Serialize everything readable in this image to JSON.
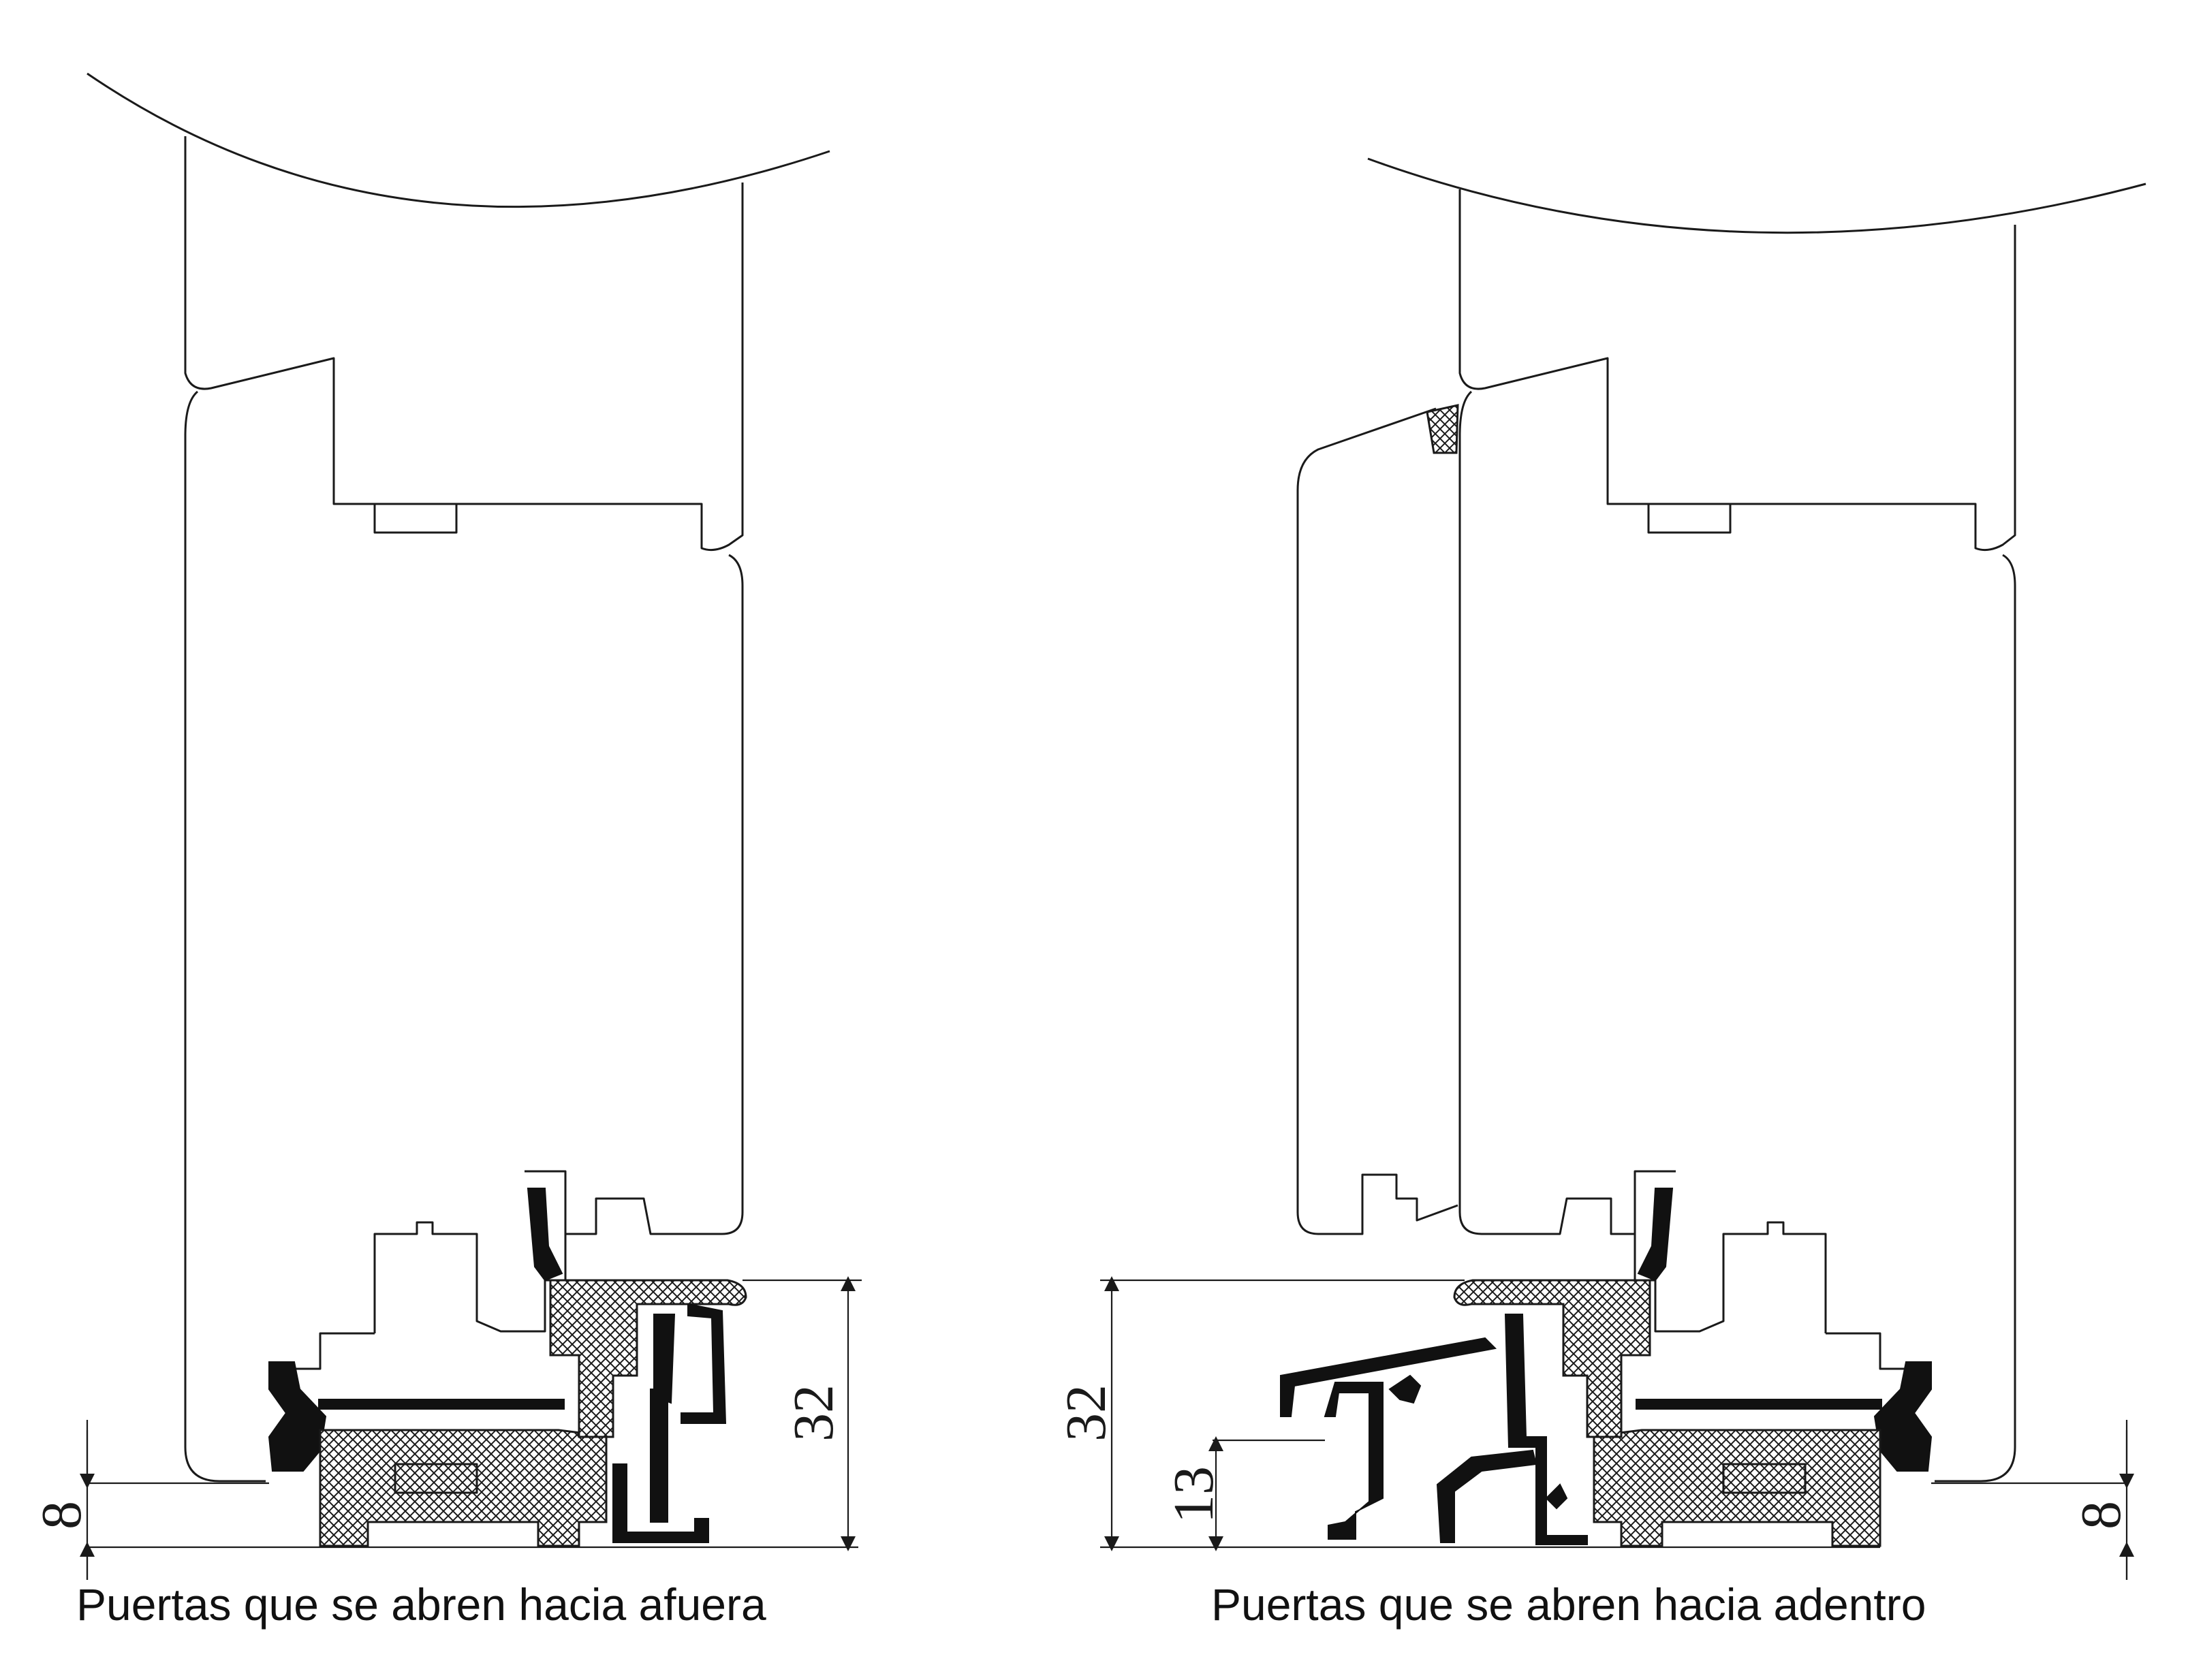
{
  "captions": {
    "left": "Puertas que se abren hacia afuera",
    "right": "Puertas que se abren hacia adentro"
  },
  "dimensions": {
    "left_height": "32",
    "left_gap": "8",
    "right_height": "32",
    "right_step": "13",
    "right_gap": "8"
  }
}
